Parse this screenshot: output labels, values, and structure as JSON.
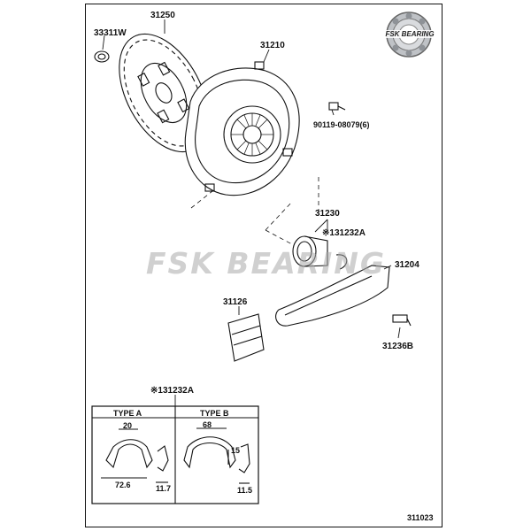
{
  "logo": {
    "text": "FSK BEARING",
    "icon": "bearing-logo-icon"
  },
  "watermark": "FSK BEARING",
  "parts": {
    "p33311w": "33311W",
    "p31250": "31250",
    "p31210": "31210",
    "p90119": "90119-08079(6)",
    "p31230": "31230",
    "p31232a": "※131232A",
    "p31204": "31204",
    "p31126": "31126",
    "p31236b": "31236B"
  },
  "detail": {
    "title": "※131232A",
    "type_a": "TYPE  A",
    "type_b": "TYPE  B",
    "dim_a_top": "20",
    "dim_a_width": "72.6",
    "dim_a_side": "11.7",
    "dim_b_top": "68",
    "dim_b_height": "15",
    "dim_b_side": "11.5"
  },
  "drawing_number": "311023"
}
